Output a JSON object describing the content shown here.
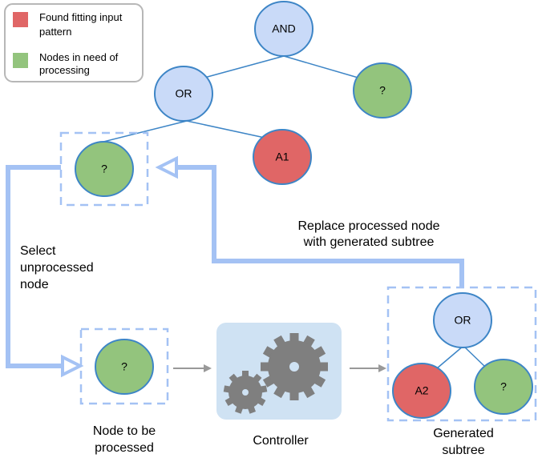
{
  "legend": {
    "items": [
      {
        "line1": "Found fitting input",
        "line2": "pattern",
        "color": "#e06666"
      },
      {
        "line1": "Nodes in need of",
        "line2": "processing",
        "color": "#93c47d"
      }
    ]
  },
  "tree": {
    "root": "AND",
    "or_node": "OR",
    "right_unknown": "?",
    "selected_unknown": "?",
    "a1": "A1"
  },
  "labels": {
    "replace_line1": "Replace processed node",
    "replace_line2": "with generated subtree",
    "select_line1": "Select",
    "select_line2": "unprocessed",
    "select_line3": "node"
  },
  "pipeline": {
    "node_to_process": "?",
    "node_caption_line1": "Node to be",
    "node_caption_line2": "processed",
    "controller_caption": "Controller",
    "subtree_caption_line1": "Generated",
    "subtree_caption_line2": "subtree"
  },
  "subtree": {
    "or_node": "OR",
    "a2": "A2",
    "unknown": "?"
  },
  "colors": {
    "blue_node": "#c9daf8",
    "node_stroke": "#3d85c6",
    "red_node": "#e06666",
    "green_node": "#93c47d",
    "edge": "#3d85c6",
    "flow_arrow": "#a4c2f4",
    "gear": "#7f7f7f",
    "controller_bg": "#cfe2f3"
  }
}
